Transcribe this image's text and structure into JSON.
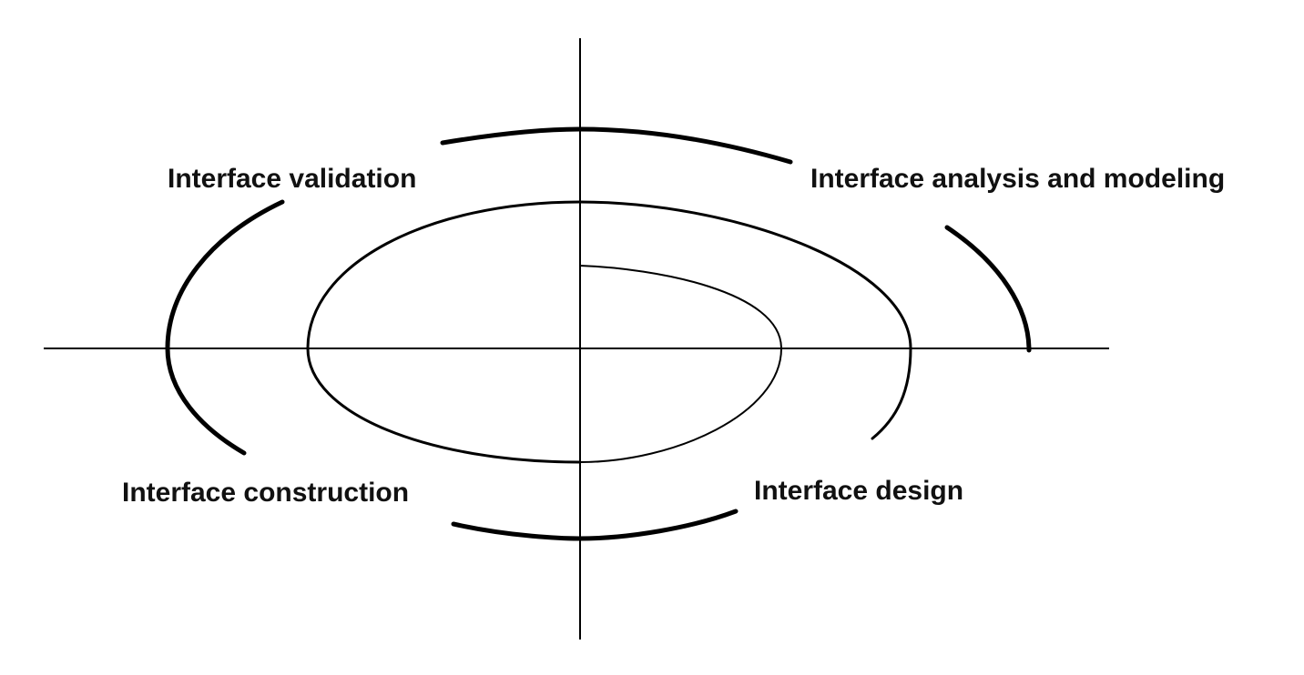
{
  "labels": {
    "top_left": "Interface validation",
    "top_right": "Interface analysis and modeling",
    "bottom_left": "Interface construction",
    "bottom_right": "Interface design"
  },
  "colors": {
    "stroke": "#000000",
    "text": "#111111",
    "background": "#ffffff"
  }
}
